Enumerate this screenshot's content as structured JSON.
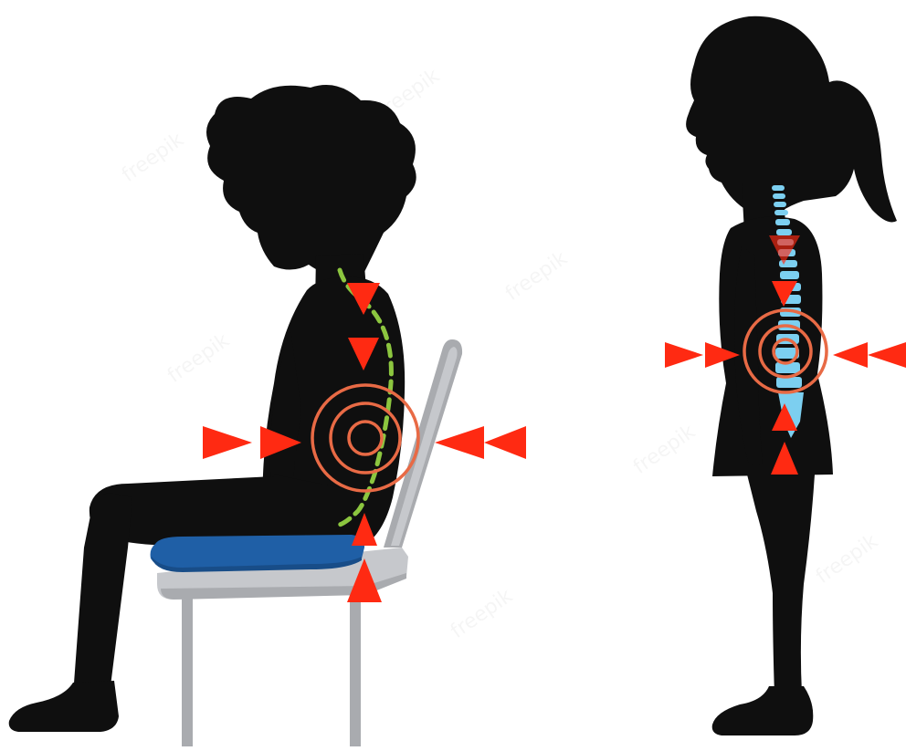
{
  "illustration": {
    "colors": {
      "background": "#ffffff",
      "silhouette": "#0f0f0f",
      "arrow": "#ff2a12",
      "pressure_ring": "#e86a45",
      "spine_curve": "#8cc63f",
      "spine_bones": "#7ccff0",
      "cushion": "#1f5fa6",
      "chair_seat": "#c6c8cc",
      "chair_frame": "#a9abaf"
    },
    "figures": {
      "seated": {
        "posture": "sitting",
        "chair": true,
        "cushion": true,
        "spine": "curved"
      },
      "standing": {
        "posture": "standing",
        "spine": "straight"
      }
    }
  }
}
